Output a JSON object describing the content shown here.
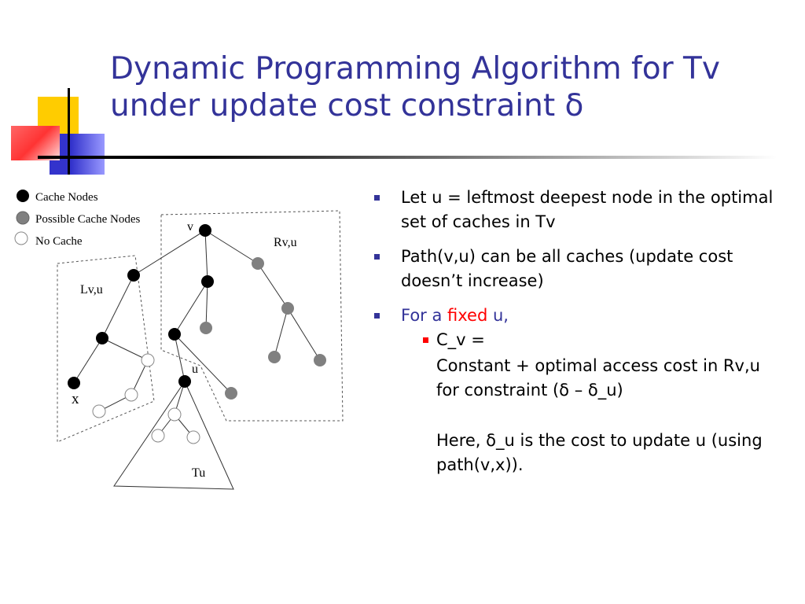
{
  "title": {
    "line1": "Dynamic Programming Algorithm for Tv",
    "line2": "under update cost constraint δ"
  },
  "legend": {
    "cache": "Cache Nodes",
    "possible": "Possible Cache Nodes",
    "none": "No Cache"
  },
  "diagram_labels": {
    "v": "v",
    "rvu": "Rv,u",
    "lvu": "Lv,u",
    "u": "u",
    "x": "x",
    "tu": "Tu"
  },
  "bullets": {
    "b1": "Let u = leftmost deepest node in the optimal set of caches in Tv",
    "b2": "Path(v,u) can be all caches (update cost doesn’t increase)",
    "b3_pre": "For a ",
    "b3_fixed": "fixed",
    "b3_post": " u,",
    "sub1": "C_v =",
    "sub1_p2": "Constant + optimal access cost in Rv,u for constraint (δ – δ_u)",
    "sub1_p3": "Here, δ_u is the cost to update u (using path(v,x))."
  },
  "colors": {
    "title": "#333399",
    "bullet": "#333399",
    "accent_red": "#ff0000",
    "cache_node": "#000000",
    "possible_node": "#808080",
    "deco_yellow": "#ffcc00",
    "deco_blue": "#3333cc"
  }
}
